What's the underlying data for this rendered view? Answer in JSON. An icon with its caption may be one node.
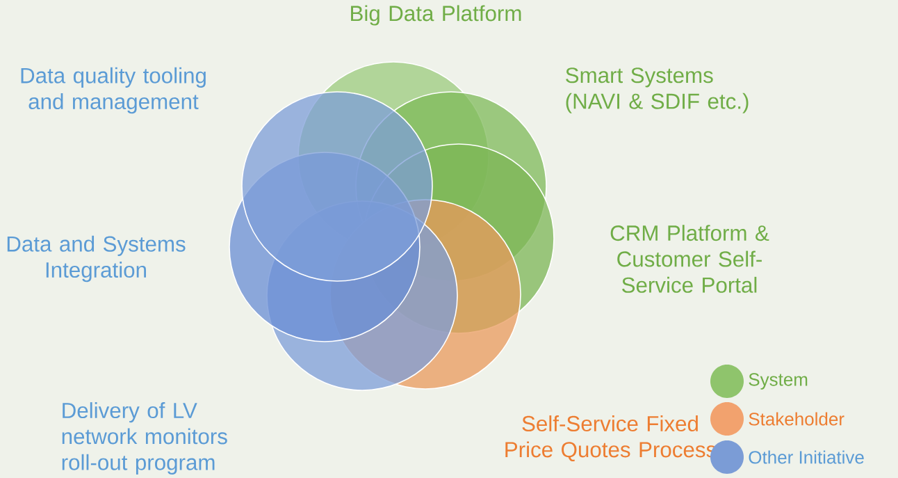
{
  "diagram": {
    "nodes": [
      {
        "text": [
          "Big Data Platform"
        ]
      },
      {
        "text": [
          "Data quality tooling and management"
        ]
      },
      {
        "text": [
          "Smart Systems (NAVI & SDIF etc.)"
        ]
      },
      {
        "text": [
          "Data and Systems Integration"
        ]
      },
      {
        "text": [
          "CRM Platform & Customer Self-Service Portal"
        ]
      },
      {
        "text": [
          "Delivery of LV network monitors roll-out program"
        ]
      },
      {
        "text": [
          "Self-Service Fixed Price Quotes Process"
        ]
      }
    ],
    "legend": [
      {
        "text": "System",
        "color": "#8fc46c"
      },
      {
        "text": "Stakeholder",
        "color": "#f2a26e"
      },
      {
        "text": "Other Initiative",
        "color": "#7b9cd6"
      }
    ]
  }
}
